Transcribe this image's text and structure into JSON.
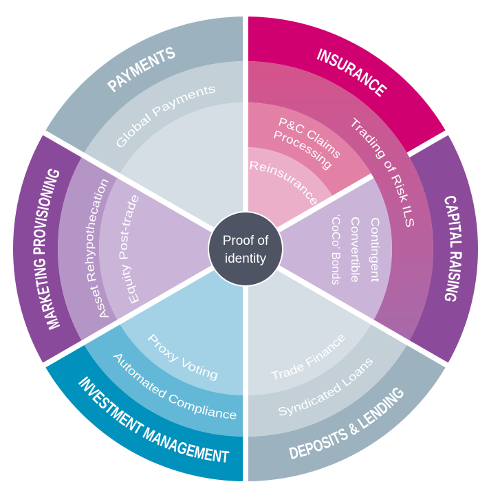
{
  "center": {
    "line1": "Proof of",
    "line2": "identity",
    "color": "#4e5464"
  },
  "sectors": {
    "payments": {
      "title": "PAYMENTS",
      "items": [
        "Global Payments"
      ],
      "colors": [
        "#9cb2bf",
        "#c3d0d8",
        "#d6dee5"
      ]
    },
    "insurance": {
      "title": "INSURANCE",
      "items": [
        "Trading of Risk ILS",
        "P&C Claims",
        "Processing",
        "Reinsurance"
      ],
      "colors": [
        "#d10070",
        "#d5538b",
        "#e280a6",
        "#ecafc9"
      ]
    },
    "capital_raising": {
      "title": "CAPITAL RAISING",
      "items": [
        "Contingent",
        "Convertible",
        "‘CoCo’ Bonds"
      ],
      "colors": [
        "#8c4b9a",
        "#a76aab",
        "#cab4d8"
      ]
    },
    "marketing": {
      "title": "MARKETING PROVISIONING",
      "items": [
        "Asset Rehypothecation",
        "Equity Post-trade"
      ],
      "colors": [
        "#8a4a9b",
        "#b595c6",
        "#cab4d8"
      ]
    },
    "investment": {
      "title": "INVESTMENT MANAGEMENT",
      "items": [
        "Automated Compliance",
        "Proxy Voting"
      ],
      "colors": [
        "#0091bc",
        "#63b8d7",
        "#a3d1e5"
      ]
    },
    "deposits": {
      "title": "DEPOSITS & LENDING",
      "items": [
        "Syndicated Loans",
        "Trade Finance"
      ],
      "colors": [
        "#9cb2bf",
        "#c3d0d8",
        "#d6dee5"
      ]
    }
  }
}
